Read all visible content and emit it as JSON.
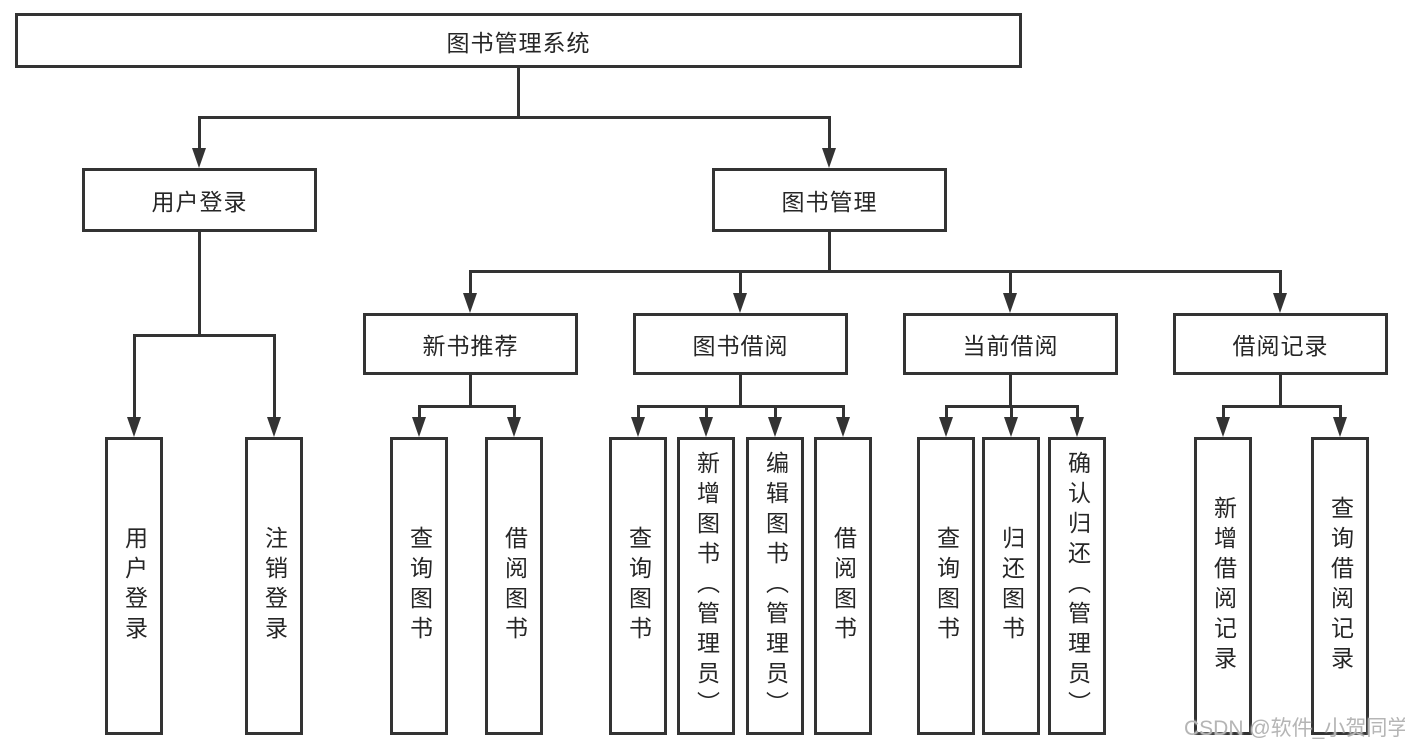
{
  "diagram": {
    "title": "图书管理系统",
    "root": {
      "label": "图书管理系统"
    },
    "user_login": {
      "label": "用户登录",
      "children": [
        "用户登录",
        "注销登录"
      ]
    },
    "book_management": {
      "label": "图书管理",
      "sections": [
        {
          "label": "新书推荐",
          "children": [
            "查询图书",
            "借阅图书"
          ]
        },
        {
          "label": "图书借阅",
          "children": [
            "查询图书",
            "新增图书（管理员）",
            "编辑图书（管理员）",
            "借阅图书"
          ]
        },
        {
          "label": "当前借阅",
          "children": [
            "查询图书",
            "归还图书",
            "确认归还（管理员）"
          ]
        },
        {
          "label": "借阅记录",
          "children": [
            "新增借阅记录",
            "查询借阅记录"
          ]
        }
      ]
    }
  },
  "watermark": {
    "text": "CSDN @软件_小贺同学"
  },
  "colors": {
    "line": "#333333",
    "text": "#262626",
    "background": "#ffffff",
    "watermark": "#b5b5b5"
  }
}
